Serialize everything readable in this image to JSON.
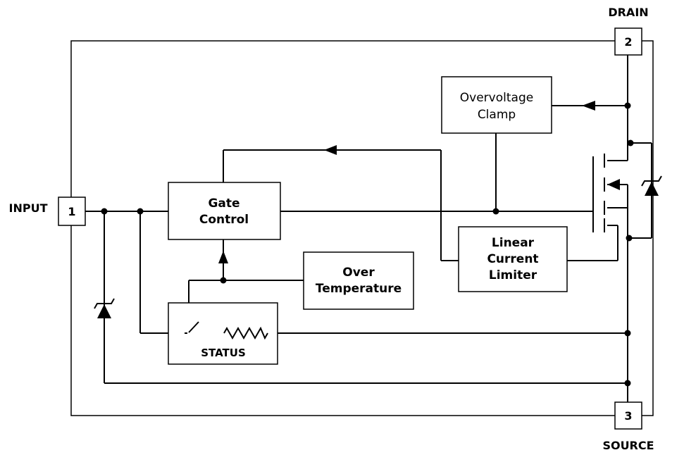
{
  "pins": {
    "input": {
      "label": "INPUT",
      "number": "1"
    },
    "drain": {
      "label": "DRAIN",
      "number": "2"
    },
    "source": {
      "label": "SOURCE",
      "number": "3"
    }
  },
  "blocks": {
    "gate_control": {
      "line1": "Gate",
      "line2": "Control"
    },
    "overvoltage_clamp": {
      "line1": "Overvoltage",
      "line2": "Clamp"
    },
    "linear_current_limiter": {
      "line1": "Linear",
      "line2": "Current",
      "line3": "Limiter"
    },
    "over_temperature": {
      "line1": "Over",
      "line2": "Temperature"
    },
    "status": {
      "label": "STATUS"
    }
  }
}
